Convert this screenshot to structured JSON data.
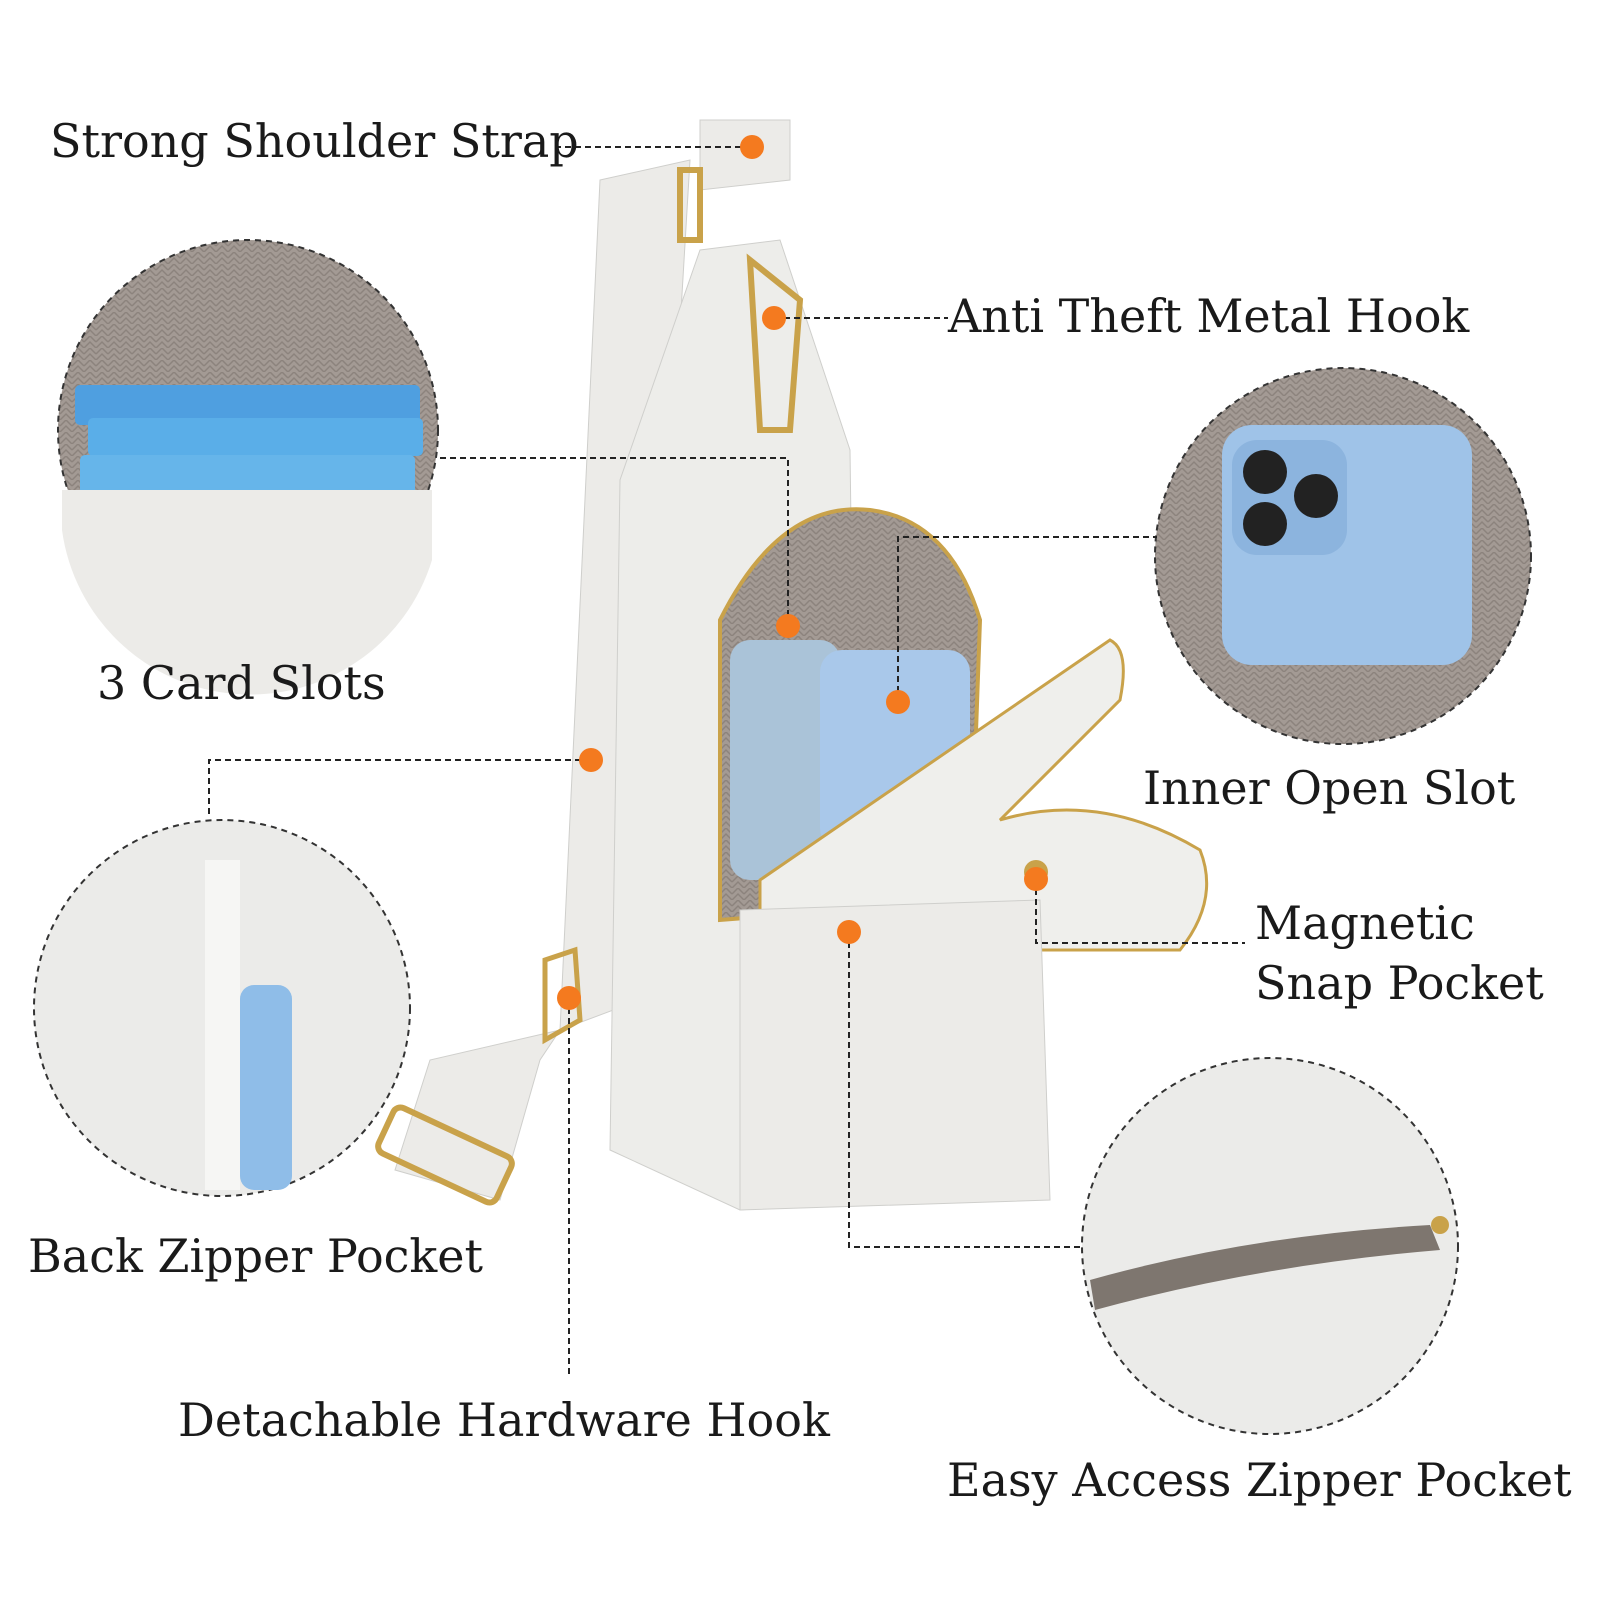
{
  "colors": {
    "accent": "#f47a1f",
    "leader": "#222222",
    "bag": "#eeeeec",
    "lining": "#9a918c",
    "phone": "#9fc3e8",
    "gold": "#c9a24a"
  },
  "callouts": {
    "strap": "Strong Shoulder Strap",
    "hook": "Anti Theft Metal Hook",
    "cards": "3 Card Slots",
    "inner": "Inner Open Slot",
    "magnetic_line1": "Magnetic",
    "magnetic_line2": "Snap Pocket",
    "back": "Back Zipper Pocket",
    "detachable": "Detachable Hardware Hook",
    "easy": "Easy Access Zipper Pocket"
  }
}
